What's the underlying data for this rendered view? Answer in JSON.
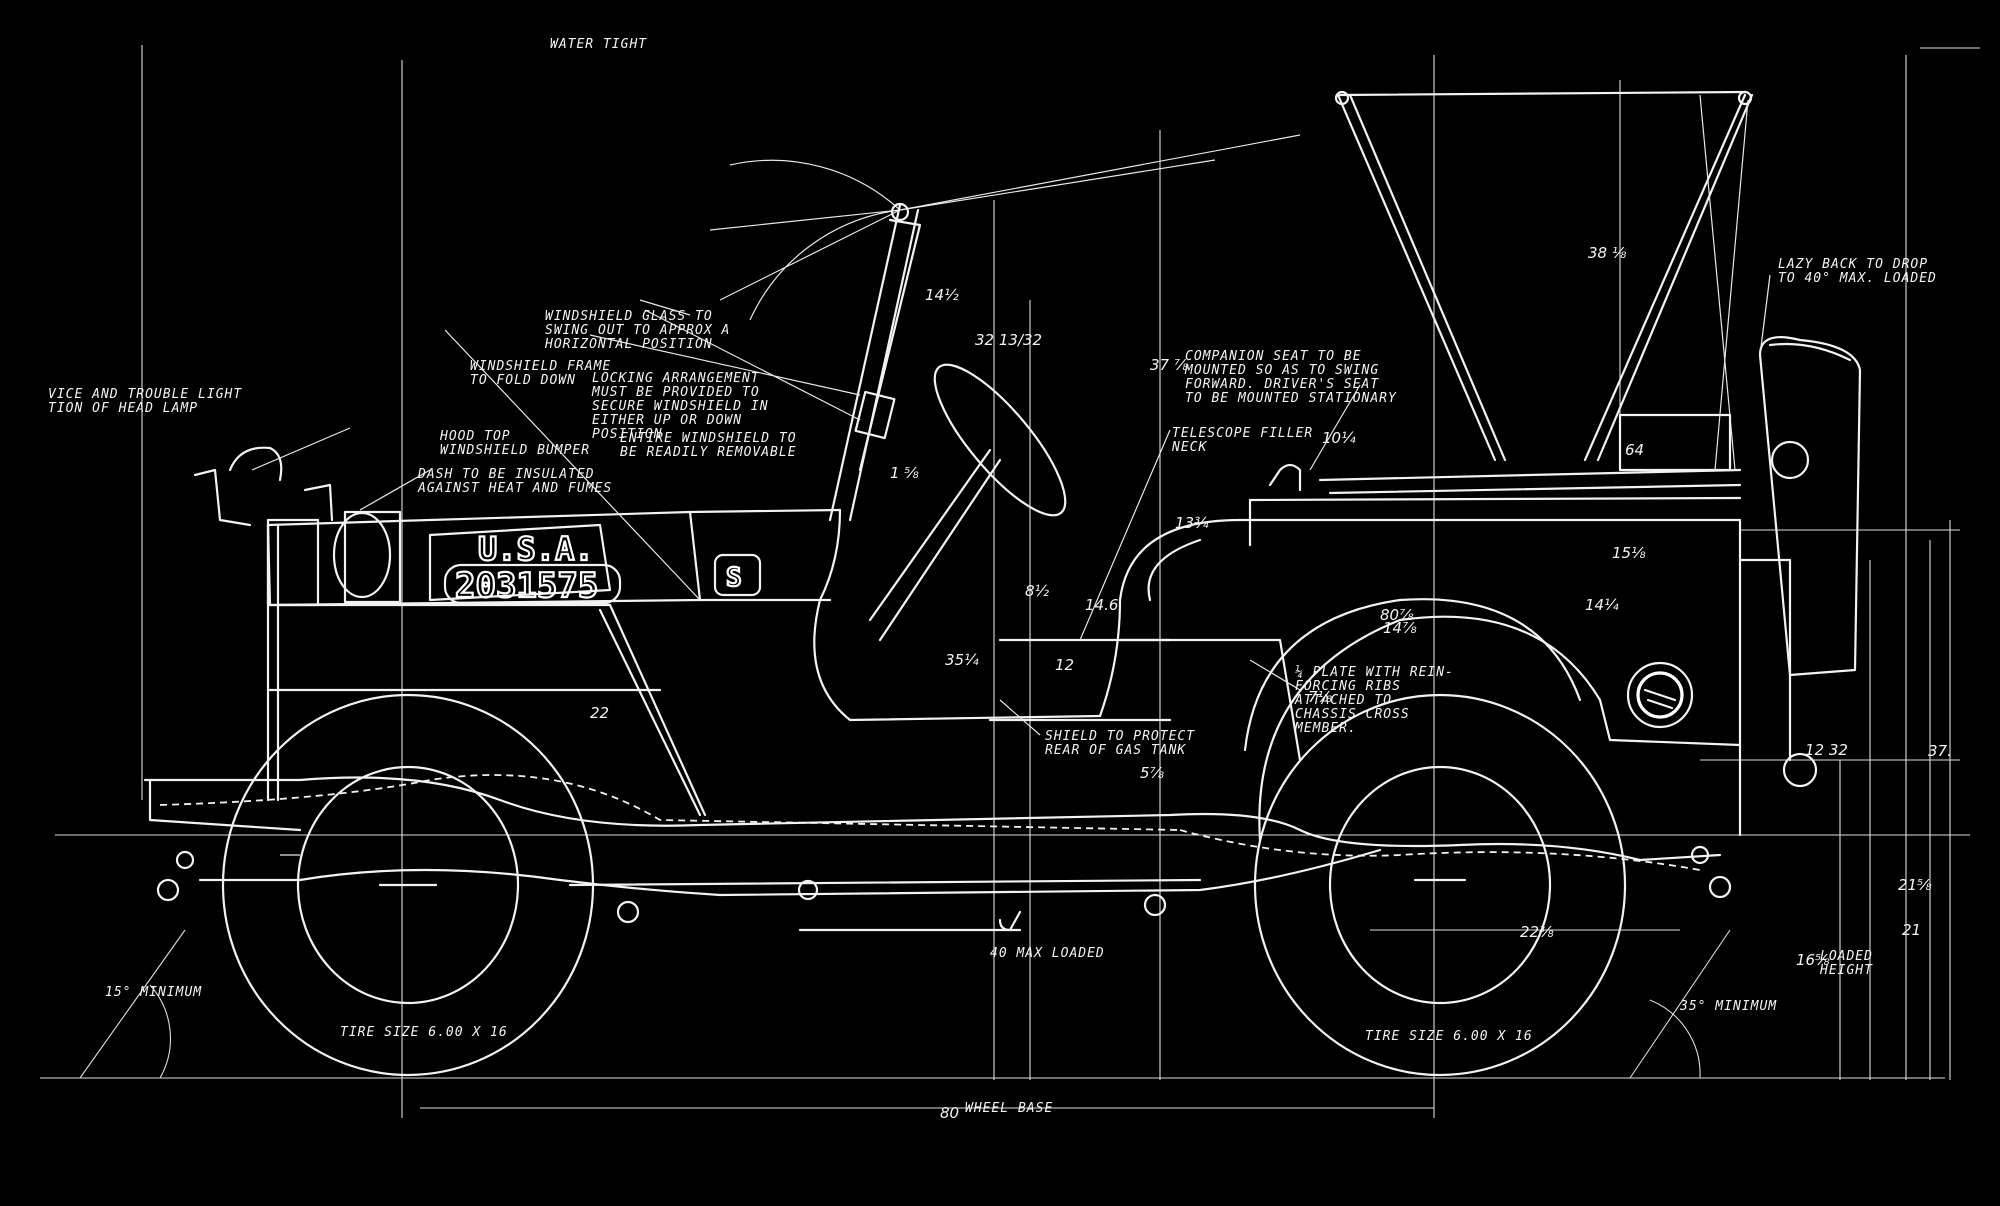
{
  "notes": {
    "water_tight": "WATER TIGHT",
    "trouble_light_1": "VICE AND TROUBLE LIGHT",
    "trouble_light_2": "TION OF HEAD LAMP",
    "windshield_glass_1": "WINDSHIELD GLASS TO",
    "windshield_glass_2": "SWING OUT TO APPROX A",
    "windshield_glass_3": "HORIZONTAL POSITION",
    "windshield_frame_1": "WINDSHIELD FRAME",
    "windshield_frame_2": "TO FOLD DOWN",
    "locking_1": "LOCKING ARRANGEMENT",
    "locking_2": "MUST BE PROVIDED TO",
    "locking_3": "SECURE WINDSHIELD IN",
    "locking_4": "EITHER UP OR DOWN",
    "locking_5": "POSITION",
    "hood_top_1": "HOOD TOP",
    "hood_top_2": "WINDSHIELD BUMPER",
    "entire_ws_1": "ENTIRE WINDSHIELD TO",
    "entire_ws_2": "BE READILY REMOVABLE",
    "dash_1": "DASH TO BE INSULATED",
    "dash_2": "AGAINST HEAT AND FUMES",
    "companion_1": "COMPANION SEAT TO BE",
    "companion_2": "MOUNTED SO AS TO SWING",
    "companion_3": "FORWARD. DRIVER'S SEAT",
    "companion_4": "TO BE MOUNTED STATIONARY",
    "telescope_1": "TELESCOPE FILLER",
    "telescope_2": "NECK",
    "lazy_back_1": "LAZY BACK TO DROP",
    "lazy_back_2": "TO 40° MAX. LOADED",
    "plate_1": "¼ PLATE WITH REIN-",
    "plate_2": "FORCING RIBS",
    "plate_3": "ATTACHED TO",
    "plate_4": "CHASSIS CROSS",
    "plate_5": "MEMBER.",
    "shield_1": "SHIELD TO PROTECT",
    "shield_2": "REAR OF GAS TANK",
    "max_loaded": "40 MAX LOADED",
    "fifteen_min": "15° MINIMUM",
    "thirty_five_min": "35° MINIMUM",
    "tire_front": "TIRE SIZE  6.00 X 16",
    "tire_rear": "TIRE SIZE  6.00 X 16",
    "wheel_base": "WHEEL BASE",
    "loaded_height_1": "LOADED",
    "loaded_height_2": "HEIGHT"
  },
  "dims": {
    "d14h": "14½",
    "d32": "32 13/32",
    "d37": "37 ⅞",
    "d38": "38 ⅛",
    "d64": "64",
    "d10": "10¼",
    "d13": "13¾",
    "d15": "15⅛",
    "d14q": "14¼",
    "d80": "80⅞",
    "d14s": "14⅞",
    "d8": "8½",
    "d146": "14.6",
    "d35": "35¼",
    "d12": "12",
    "d22": "22",
    "d7": "7⅛",
    "d5": "5⅞",
    "d22b": "22⅜",
    "d21": "21",
    "d21b": "21⅝",
    "d16": "16⅝",
    "d12b": "12 32",
    "d37b": "37.",
    "d1316": "1 ⅝",
    "d80wb": "80"
  },
  "markings": {
    "usa": "U.S.A.",
    "serial": "2031575",
    "s_badge": "S"
  }
}
